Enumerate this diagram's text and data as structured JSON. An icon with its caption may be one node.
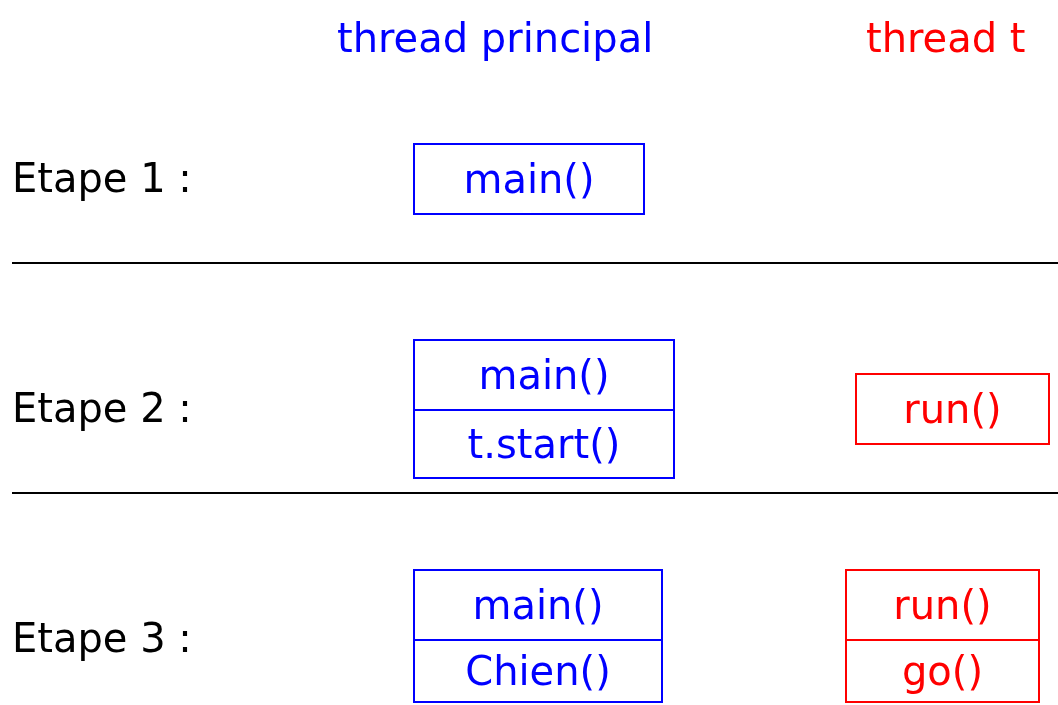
{
  "diagram": {
    "nodes": [
      {
        "text": [
          "main()"
        ]
      },
      {
        "text": [
          "main()"
        ]
      },
      {
        "text": [
          "t.start()"
        ]
      },
      {
        "text": [
          "run()"
        ]
      },
      {
        "text": [
          "main()"
        ]
      },
      {
        "text": [
          "Chien()"
        ]
      },
      {
        "text": [
          "run()"
        ]
      },
      {
        "text": [
          "go()"
        ]
      }
    ],
    "edges": [],
    "labels": [
      "thread principal",
      "thread t",
      "Etape 1 :",
      "Etape 2 :",
      "Etape 3 :"
    ]
  }
}
